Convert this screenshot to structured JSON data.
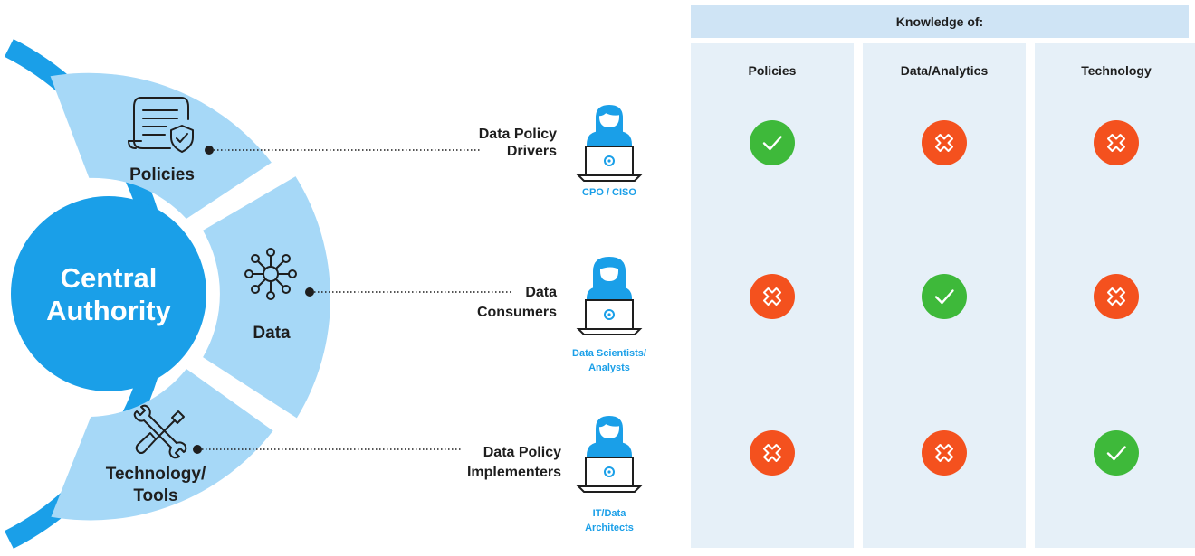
{
  "hub": {
    "title_line1": "Central",
    "title_line2": "Authority"
  },
  "segments": [
    {
      "label_line1": "Policies",
      "label_line2": "",
      "icon": "policy-document-icon"
    },
    {
      "label_line1": "Data",
      "label_line2": "",
      "icon": "data-network-icon"
    },
    {
      "label_line1": "Technology/",
      "label_line2": "Tools",
      "icon": "tools-icon"
    }
  ],
  "roles": [
    {
      "name_line1": "Data Policy",
      "name_line2": "Drivers",
      "persona_line1": "CPO / CISO",
      "persona_line2": "",
      "avatar": "person-laptop-icon"
    },
    {
      "name_line1": "Data",
      "name_line2": "Consumers",
      "persona_line1": "Data Scientists/",
      "persona_line2": "Analysts",
      "avatar": "woman-laptop-icon"
    },
    {
      "name_line1": "Data Policy",
      "name_line2": "Implementers",
      "persona_line1": "IT/Data",
      "persona_line2": "Architects",
      "avatar": "person-laptop-icon"
    }
  ],
  "knowledge": {
    "header": "Knowledge of:",
    "columns": [
      "Policies",
      "Data/Analytics",
      "Technology"
    ],
    "matrix": [
      [
        true,
        false,
        false
      ],
      [
        false,
        true,
        false
      ],
      [
        false,
        false,
        true
      ]
    ]
  },
  "colors": {
    "ring": "#1a9fe8",
    "segment_fill": "#a6d8f7",
    "hub": "#1a9fe8",
    "check": "#3eb93a",
    "cross": "#f4511e",
    "persona_text": "#1a9fe8"
  }
}
